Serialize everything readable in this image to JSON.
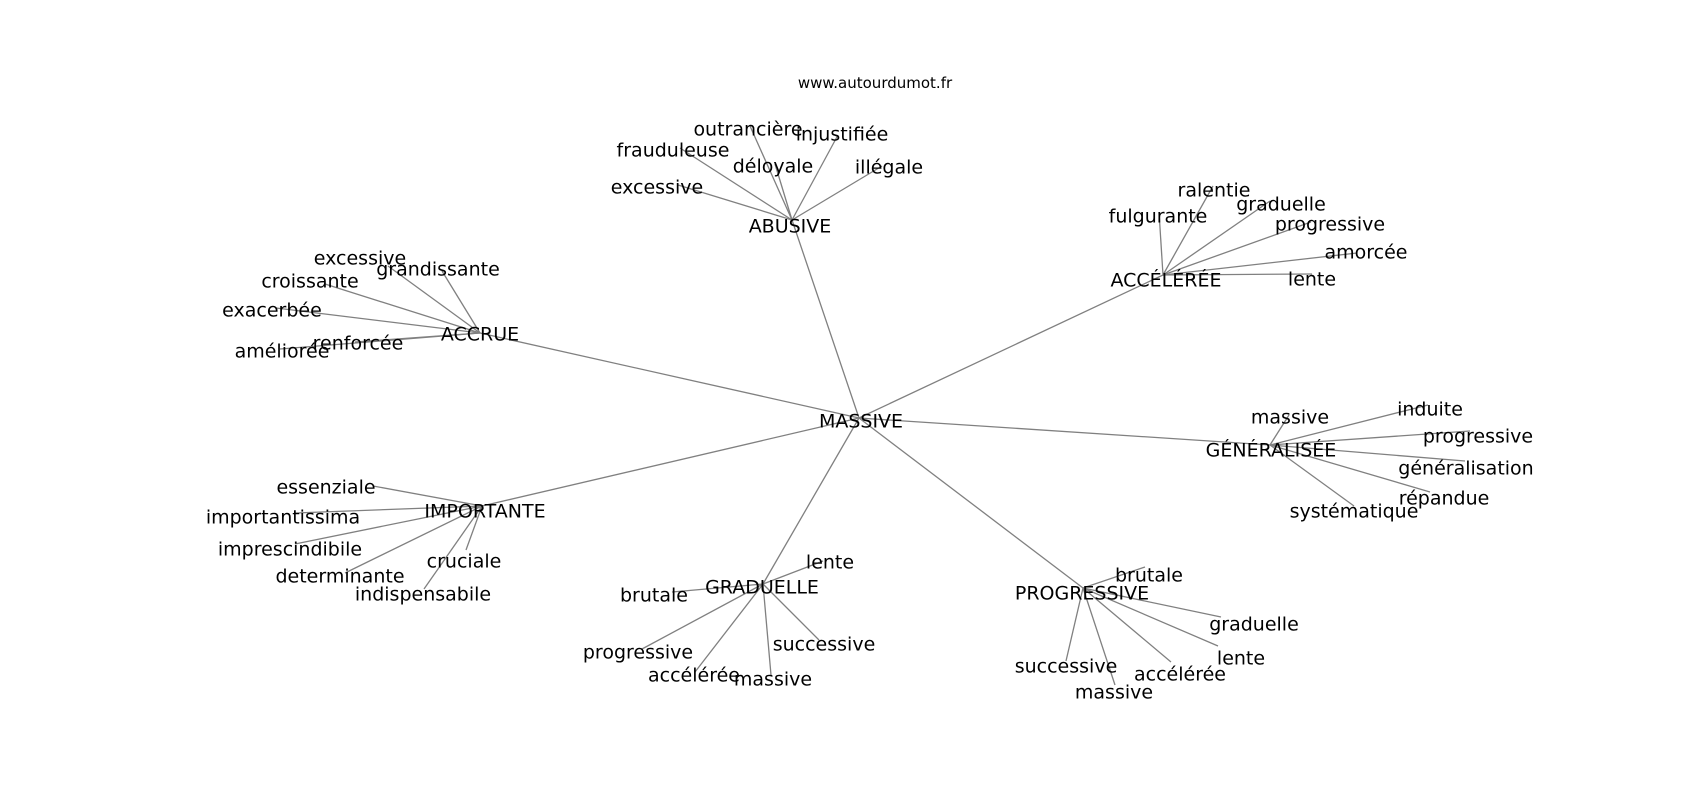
{
  "source": "www.autourdumot.fr",
  "graph": {
    "center": "MASSIVE",
    "clusters": [
      {
        "id": "abusive",
        "label": "ABUSIVE",
        "leaves": [
          "excessive",
          "frauduleuse",
          "outrancière",
          "déloyale",
          "injustifiée",
          "illégale"
        ]
      },
      {
        "id": "accrue",
        "label": "ACCRUE",
        "leaves": [
          "excessive",
          "grandissante",
          "croissante",
          "exacerbée",
          "renforcée",
          "améliorée"
        ]
      },
      {
        "id": "acceleree",
        "label": "ACCÉLÉRÉE",
        "leaves": [
          "fulgurante",
          "ralentie",
          "graduelle",
          "progressive",
          "amorcée",
          "lente"
        ]
      },
      {
        "id": "generalisee",
        "label": "GÉNÉRALISÉE",
        "leaves": [
          "massive",
          "induite",
          "progressive",
          "généralisation",
          "répandue",
          "systématique"
        ]
      },
      {
        "id": "importante",
        "label": "IMPORTANTE",
        "leaves": [
          "essenziale",
          "importantissima",
          "imprescindibile",
          "determinante",
          "indispensabile",
          "cruciale"
        ]
      },
      {
        "id": "graduelle",
        "label": "GRADUELLE",
        "leaves": [
          "lente",
          "brutale",
          "successive",
          "progressive",
          "accélérée",
          "massive"
        ]
      },
      {
        "id": "progressive",
        "label": "PROGRESSIVE",
        "leaves": [
          "brutale",
          "graduelle",
          "lente",
          "accélérée",
          "massive",
          "successive"
        ]
      }
    ]
  }
}
